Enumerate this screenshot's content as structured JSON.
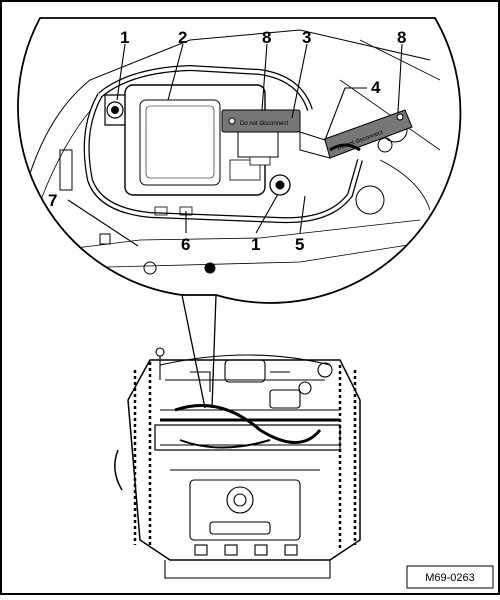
{
  "callouts": {
    "c1_top": "1",
    "c2": "2",
    "c8_left": "8",
    "c3": "3",
    "c8_right": "8",
    "c4": "4",
    "c7": "7",
    "c6": "6",
    "c1_bottom": "1",
    "c5": "5"
  },
  "figure_ref": "M69-0263",
  "connector_labels": {
    "left_tag": "Do not disconnect",
    "right_tag": "Do not disconnect"
  },
  "colors": {
    "line": "#000000",
    "background": "#ffffff",
    "tag_fill": "#666666"
  }
}
